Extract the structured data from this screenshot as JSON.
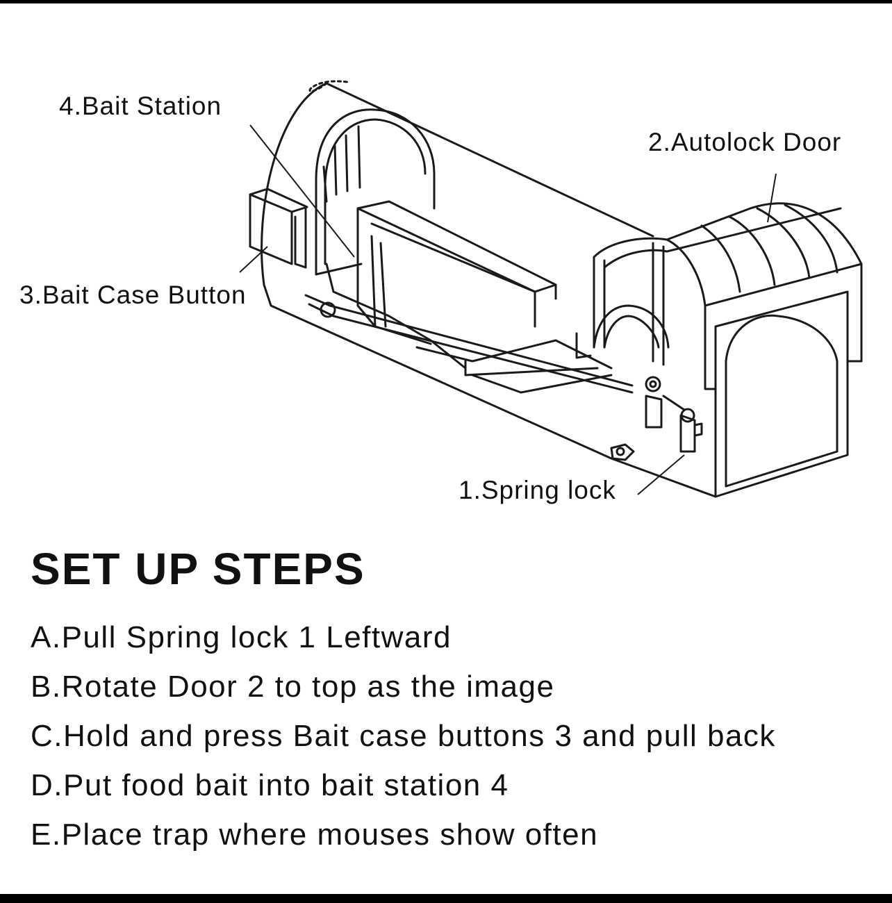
{
  "callouts": {
    "bait_station": "4.Bait Station",
    "autolock_door": "2.Autolock Door",
    "bait_case_button": "3.Bait Case Button",
    "spring_lock": "1.Spring lock"
  },
  "setup": {
    "title": "SET UP STEPS",
    "steps": [
      "A.Pull Spring lock 1 Leftward",
      "B.Rotate Door 2 to top as the image",
      "C.Hold and press Bait case buttons 3 and pull back",
      "D.Put food bait into bait station 4",
      "E.Place trap where mouses show often"
    ]
  }
}
